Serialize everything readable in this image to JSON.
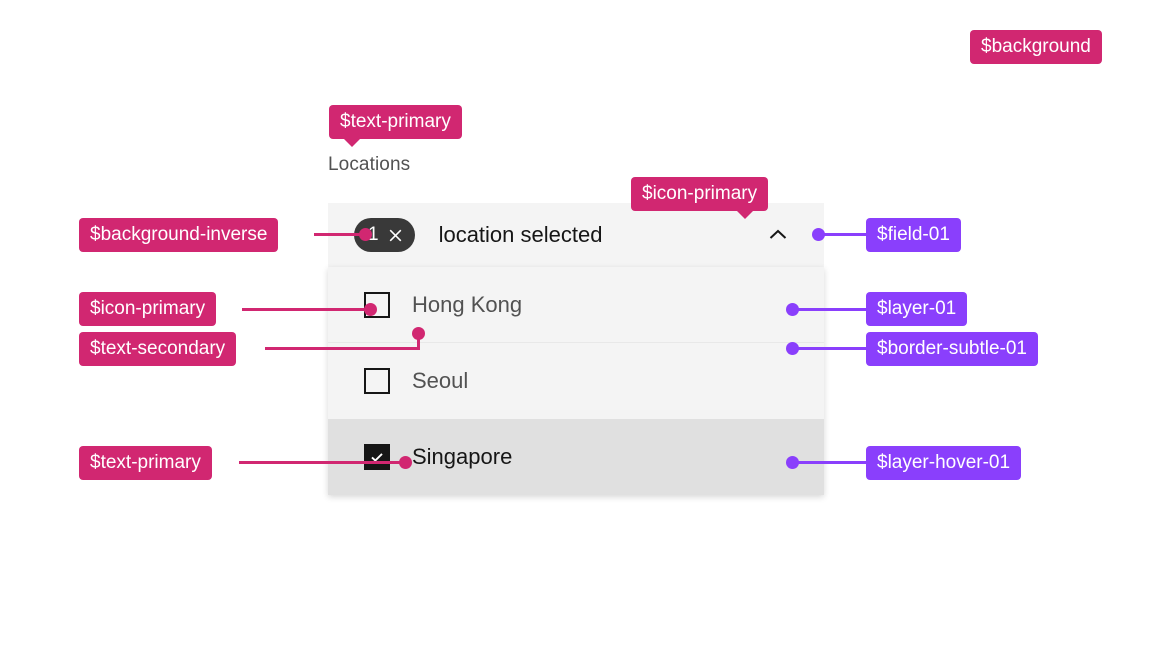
{
  "page": {
    "background_color": "#ffffff"
  },
  "component": {
    "name": "multiselect-dropdown",
    "field_label": "Locations",
    "selected_count": "1",
    "field_text": "location selected",
    "close_icon": "close-icon",
    "chevron_icon": "chevron-up-icon",
    "items": [
      {
        "label": "Hong Kong",
        "checked": false,
        "hovered": false
      },
      {
        "label": "Seoul",
        "checked": false,
        "hovered": false
      },
      {
        "label": "Singapore",
        "checked": true,
        "hovered": true
      }
    ]
  },
  "annotations": {
    "pink_color": "#d12771",
    "purple_color": "#8a3ffc",
    "tokens": [
      {
        "id": "background",
        "label": "$background",
        "kind": "pink"
      },
      {
        "id": "text-primary-label",
        "label": "$text-primary",
        "kind": "pink"
      },
      {
        "id": "icon-primary-chevron",
        "label": "$icon-primary",
        "kind": "pink"
      },
      {
        "id": "background-inverse",
        "label": "$background-inverse",
        "kind": "pink"
      },
      {
        "id": "icon-primary-checkbox",
        "label": "$icon-primary",
        "kind": "pink"
      },
      {
        "id": "text-secondary",
        "label": "$text-secondary",
        "kind": "pink"
      },
      {
        "id": "text-primary-item",
        "label": "$text-primary",
        "kind": "pink"
      },
      {
        "id": "field-01",
        "label": "$field-01",
        "kind": "purple"
      },
      {
        "id": "layer-01",
        "label": "$layer-01",
        "kind": "purple"
      },
      {
        "id": "border-subtle-01",
        "label": "$border-subtle-01",
        "kind": "purple"
      },
      {
        "id": "layer-hover-01",
        "label": "$layer-hover-01",
        "kind": "purple"
      }
    ]
  }
}
